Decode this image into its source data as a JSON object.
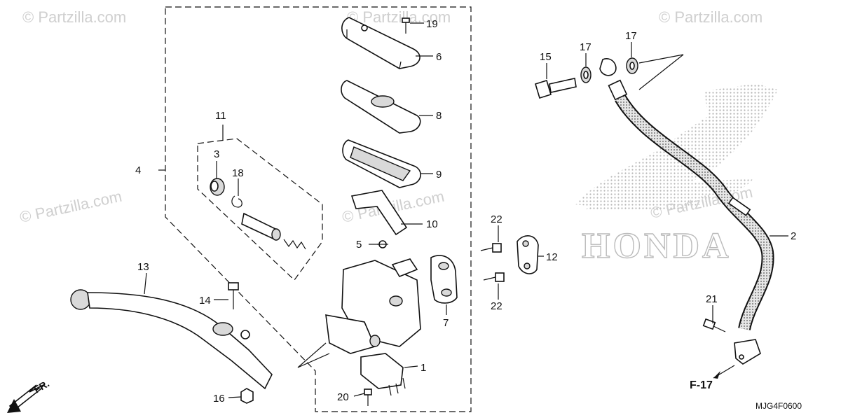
{
  "diagram_title": "",
  "watermark": "© Partzilla.com",
  "background_logo_text": "HONDA",
  "callouts": [
    "1",
    "2",
    "3",
    "4",
    "5",
    "6",
    "7",
    "8",
    "9",
    "10",
    "11",
    "12",
    "13",
    "14",
    "15",
    "16",
    "17",
    "18",
    "19",
    "20",
    "21",
    "22"
  ],
  "direction_label": "FR.",
  "reference_label": "F-17",
  "drawing_code": "MJG4F0600"
}
